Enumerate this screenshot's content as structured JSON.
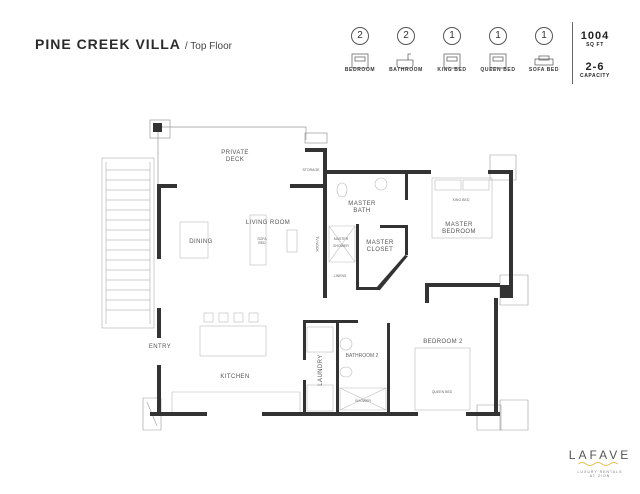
{
  "header": {
    "title": "PINE CREEK VILLA",
    "subtitle": "/ Top Floor"
  },
  "stats": [
    {
      "count": "2",
      "label": "BEDROOM",
      "icon": "bed-icon"
    },
    {
      "count": "2",
      "label": "BATHROOM",
      "icon": "bathtub-icon"
    },
    {
      "count": "1",
      "label": "KING BED",
      "icon": "bed-icon"
    },
    {
      "count": "1",
      "label": "QUEEN BED",
      "icon": "bed-icon"
    },
    {
      "count": "1",
      "label": "SOFA BED",
      "icon": "sofa-icon"
    }
  ],
  "area": {
    "value": "1004",
    "unit": "SQ FT"
  },
  "capacity": {
    "value": "2-6",
    "unit": "CAPACITY"
  },
  "rooms": {
    "deck1": "PRIVATE",
    "deck2": "DECK",
    "storage": "STORAGE",
    "living": "LIVING ROOM",
    "dining": "DINING",
    "sofa1": "SOFA",
    "sofa2": "BED",
    "tv": "TV NOOK",
    "mbath1": "MASTER",
    "mbath2": "BATH",
    "mshower1": "MASTER",
    "mshower2": "SHOWER",
    "mcloset1": "MASTER",
    "mcloset2": "CLOSET",
    "linens": "LINENS",
    "mbed1": "MASTER",
    "mbed2": "BEDROOM",
    "kingbed": "KING BED",
    "entry": "ENTRY",
    "kitchen": "KITCHEN",
    "laundry": "LAUNDRY",
    "bath2": "BATHROOM 2",
    "shower": "SHOWER",
    "bed2": "BEDROOM 2",
    "queenbed": "QUEEN BED"
  },
  "logo": {
    "brand": "LAFAVE",
    "tagline1": "LUXURY RENTALS",
    "tagline2": "AT ZION",
    "wave_color": "#e0c060"
  }
}
